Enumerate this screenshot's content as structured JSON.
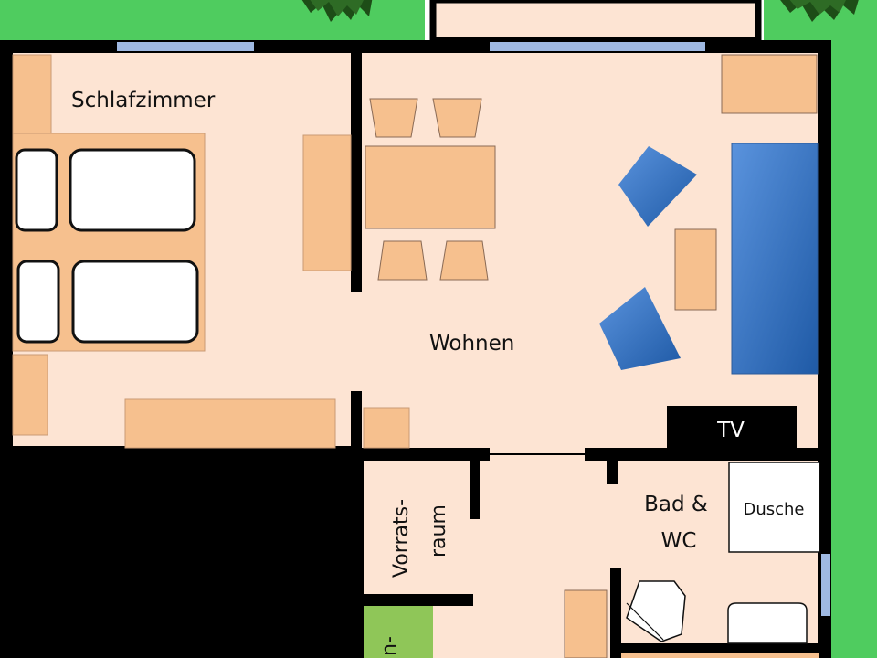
{
  "rooms": {
    "bedroom": "Schlafzimmer",
    "living": "Wohnen",
    "pantry_line1": "Vorrats-",
    "pantry_line2": "raum",
    "bath_line1": "Bad &",
    "bath_line2": "WC",
    "shower": "Dusche",
    "tv": "TV",
    "partial_bottom": "n-"
  },
  "colors": {
    "garden": "#4fcc5f",
    "floor": "#fde4d3",
    "furniture": "#f6c08e",
    "furniture_stroke": "#b0856a",
    "wall": "#000000",
    "window": "#9fb9e2",
    "sofa_blue": "#3f7acb",
    "green_room": "#8fc658"
  },
  "icons": {
    "tree_top_left": "tree-icon",
    "tree_top_right": "tree-icon"
  }
}
